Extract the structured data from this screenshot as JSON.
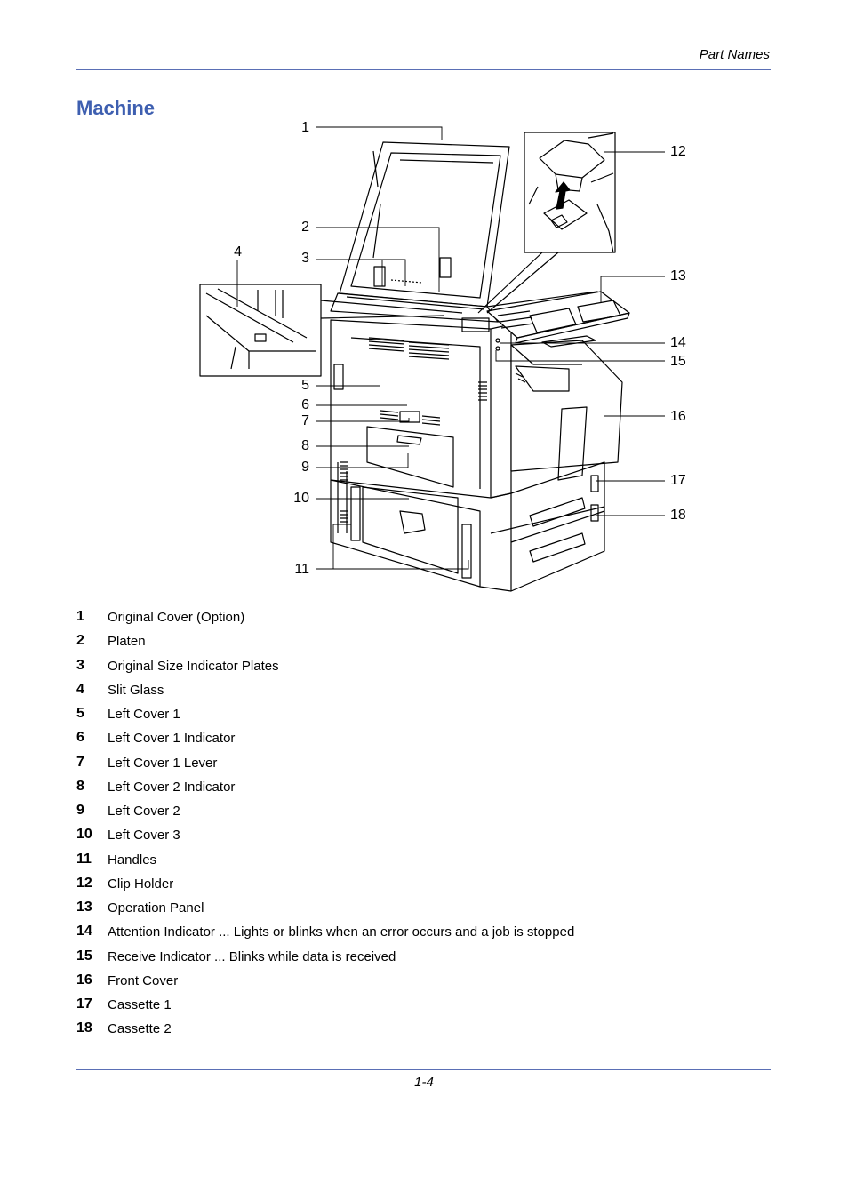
{
  "header": {
    "section": "Part Names"
  },
  "title": "Machine",
  "callouts": [
    "1",
    "2",
    "3",
    "4",
    "5",
    "6",
    "7",
    "8",
    "9",
    "10",
    "11",
    "12",
    "13",
    "14",
    "15",
    "16",
    "17",
    "18"
  ],
  "legend": [
    {
      "num": "1",
      "text": "Original Cover (Option)"
    },
    {
      "num": "2",
      "text": "Platen"
    },
    {
      "num": "3",
      "text": "Original Size Indicator Plates"
    },
    {
      "num": "4",
      "text": "Slit Glass"
    },
    {
      "num": "5",
      "text": "Left Cover 1"
    },
    {
      "num": "6",
      "text": "Left Cover 1 Indicator"
    },
    {
      "num": "7",
      "text": "Left Cover 1 Lever"
    },
    {
      "num": "8",
      "text": "Left Cover 2 Indicator"
    },
    {
      "num": "9",
      "text": "Left Cover 2"
    },
    {
      "num": "10",
      "text": "Left Cover 3"
    },
    {
      "num": "11",
      "text": "Handles"
    },
    {
      "num": "12",
      "text": "Clip Holder"
    },
    {
      "num": "13",
      "text": "Operation Panel"
    },
    {
      "num": "14",
      "text": "Attention Indicator ... Lights or blinks when an error occurs and a job is stopped"
    },
    {
      "num": "15",
      "text": "Receive Indicator ... Blinks while data is received"
    },
    {
      "num": "16",
      "text": "Front Cover"
    },
    {
      "num": "17",
      "text": "Cassette 1"
    },
    {
      "num": "18",
      "text": "Cassette 2"
    }
  ],
  "footer": {
    "page_number": "1-4"
  },
  "colors": {
    "accent": "#3e5fb0",
    "rule": "#5a6fb5"
  }
}
